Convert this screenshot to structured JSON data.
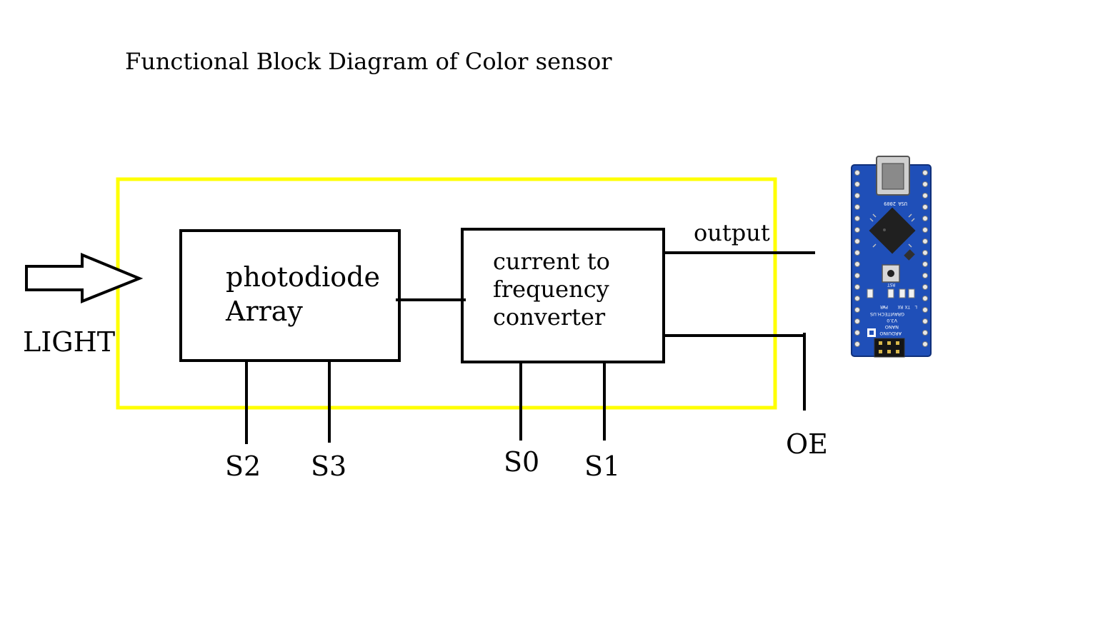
{
  "diagram": {
    "title": "Functional Block Diagram of Color sensor",
    "input_label": "LIGHT",
    "blocks": {
      "photodiode": {
        "line1": "photodiode",
        "line2": "Array"
      },
      "converter": {
        "line1": "current to",
        "line2": "frequency",
        "line3": "converter"
      }
    },
    "signals": {
      "output": "output",
      "s2": "S2",
      "s3": "S3",
      "s0": "S0",
      "s1": "S1",
      "oe": "OE"
    },
    "board": {
      "silkscreen_lines": [
        "ARDUINO",
        "NANO",
        "V3.0",
        "GRAVITECH.US"
      ],
      "made_in": "USA",
      "year": "2009",
      "led_labels": [
        "PWR",
        "RX",
        "TX",
        "L"
      ],
      "button_label": "RST"
    },
    "colors": {
      "outline": "#ffff00",
      "lines": "#000000",
      "pcb": "#1f4fb8"
    }
  }
}
